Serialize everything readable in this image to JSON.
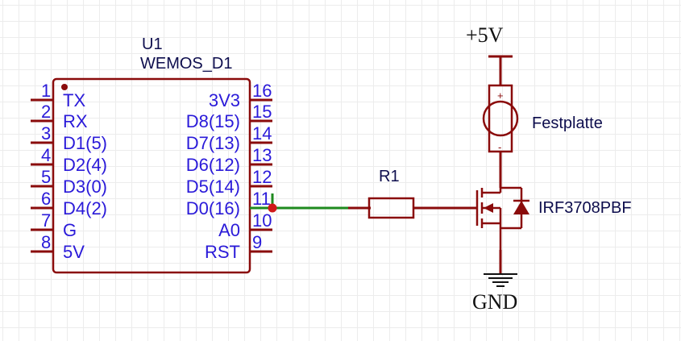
{
  "u1": {
    "ref": "U1",
    "value": "WEMOS_D1",
    "left_pins": [
      {
        "num": "1",
        "label": "TX"
      },
      {
        "num": "2",
        "label": "RX"
      },
      {
        "num": "3",
        "label": "D1(5)"
      },
      {
        "num": "4",
        "label": "D2(4)"
      },
      {
        "num": "5",
        "label": "D3(0)"
      },
      {
        "num": "6",
        "label": "D4(2)"
      },
      {
        "num": "7",
        "label": "G"
      },
      {
        "num": "8",
        "label": "5V"
      }
    ],
    "right_pins": [
      {
        "num": "16",
        "label": "3V3"
      },
      {
        "num": "15",
        "label": "D8(15)"
      },
      {
        "num": "14",
        "label": "D7(13)"
      },
      {
        "num": "13",
        "label": "D6(12)"
      },
      {
        "num": "12",
        "label": "D5(14)"
      },
      {
        "num": "11",
        "label": "D0(16)"
      },
      {
        "num": "10",
        "label": "A0"
      },
      {
        "num": "9",
        "label": "RST"
      }
    ]
  },
  "r1": {
    "ref": "R1"
  },
  "motor": {
    "value": "Festplatte",
    "plus": "+",
    "minus": "-"
  },
  "mosfet": {
    "value": "IRF3708PBF"
  },
  "power": {
    "vcc": "+5V",
    "gnd": "GND"
  },
  "colors": {
    "component": "#8a0b0b",
    "pin_text": "#2a1ad9",
    "net_wire": "#1e8a1e",
    "junction": "#d01818",
    "label_text": "#0d0d4d"
  }
}
